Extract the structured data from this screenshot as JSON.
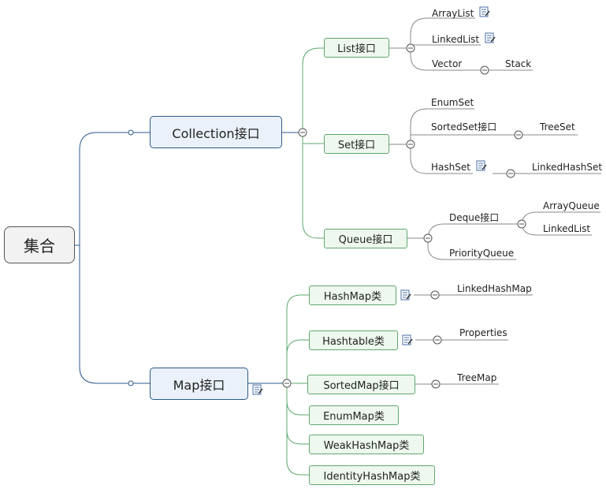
{
  "root": {
    "label": "集合"
  },
  "collection": {
    "label": "Collection接口",
    "list": {
      "label": "List接口",
      "children": [
        "ArrayList",
        "LinkedList",
        "Vector"
      ],
      "vector_child": "Stack"
    },
    "set": {
      "label": "Set接口",
      "children": [
        "EnumSet",
        "SortedSet接口",
        "HashSet"
      ],
      "sortedset_child": "TreeSet",
      "hashset_child": "LinkedHashSet"
    },
    "queue": {
      "label": "Queue接口",
      "children": [
        "Deque接口",
        "PriorityQueue"
      ],
      "deque_children": [
        "ArrayQueue",
        "LinkedList"
      ]
    }
  },
  "map": {
    "label": "Map接口",
    "children": [
      {
        "label": "HashMap类",
        "child": "LinkedHashMap"
      },
      {
        "label": "Hashtable类",
        "child": "Properties"
      },
      {
        "label": "SortedMap接口",
        "child": "TreeMap"
      },
      {
        "label": "EnumMap类"
      },
      {
        "label": "WeakHashMap类"
      },
      {
        "label": "IdentityHashMap类"
      }
    ]
  },
  "colors": {
    "main_line": "#2c5a8c",
    "sub_line": "#5fa86f",
    "leaf_line": "#8a8a8a",
    "main_fill": "#eaf1fa",
    "sub_fill": "#eef8ee",
    "root_fill": "#f2f2f2"
  },
  "icons": {
    "note": "note-icon",
    "collapse": "collapse-icon"
  }
}
